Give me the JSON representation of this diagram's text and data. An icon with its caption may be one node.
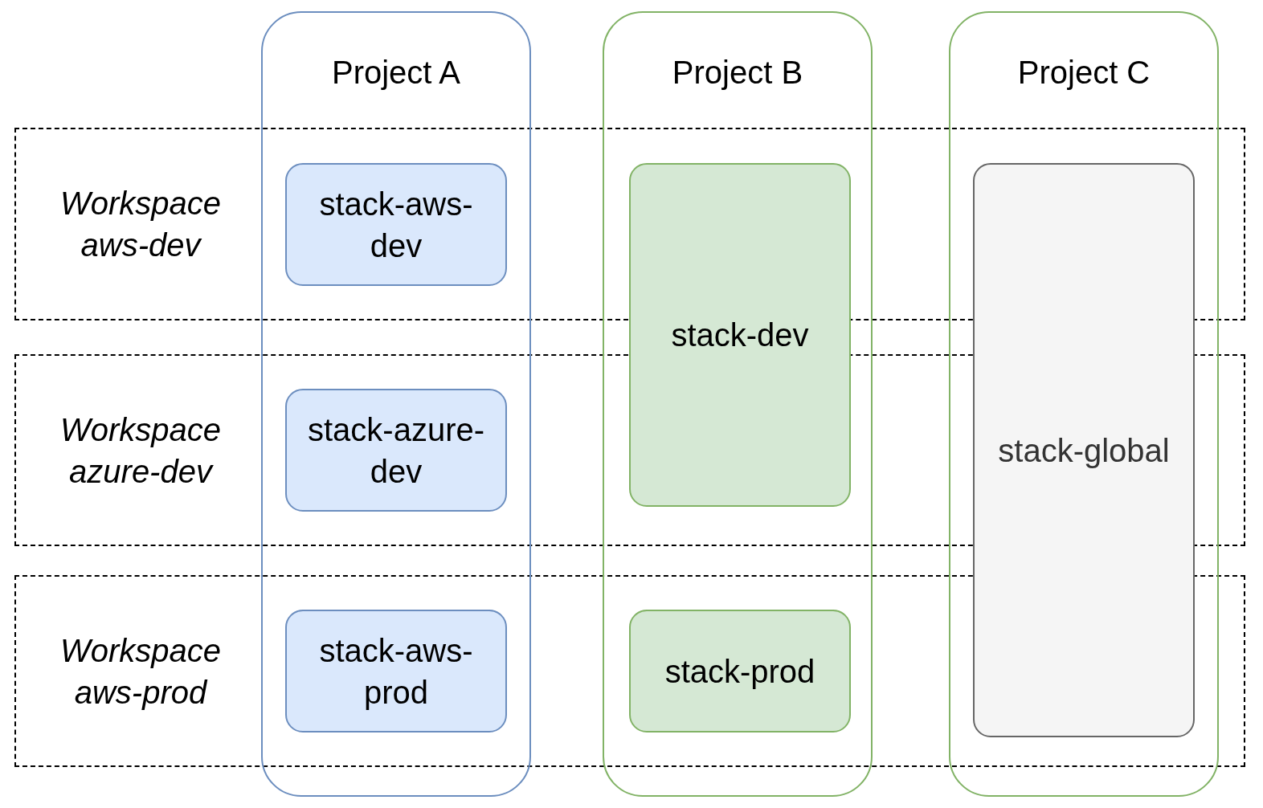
{
  "diagram": {
    "nodes": [
      {
        "text": [
          "Project A"
        ]
      },
      {
        "text": [
          "Project B"
        ]
      },
      {
        "text": [
          "Project C"
        ]
      },
      {
        "text": [
          "Workspace aws-dev"
        ]
      },
      {
        "text": [
          "stack-aws-dev"
        ]
      },
      {
        "text": [
          "stack-dev"
        ],
        "in": 1
      },
      {
        "text": [
          "stack-global"
        ],
        "in": 2
      },
      {
        "text": [
          "Workspace azure-dev"
        ]
      },
      {
        "text": [
          "stack-azure-dev"
        ]
      },
      {
        "text": [
          "Workspace aws-prod"
        ]
      },
      {
        "text": [
          "stack-aws-prod"
        ]
      },
      {
        "text": [
          "stack-prod"
        ]
      }
    ]
  }
}
